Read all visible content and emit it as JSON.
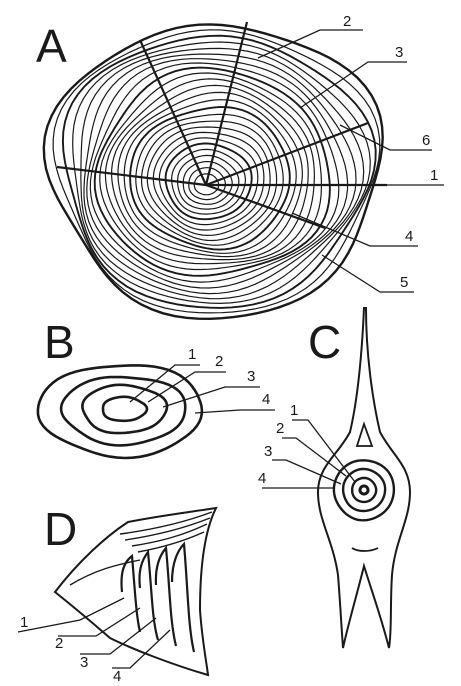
{
  "panels": {
    "A": {
      "letter": "A",
      "labels": [
        "2",
        "3",
        "6",
        "1",
        "4",
        "5"
      ]
    },
    "B": {
      "letter": "B",
      "labels": [
        "1",
        "2",
        "3",
        "4"
      ]
    },
    "C": {
      "letter": "C",
      "labels": [
        "1",
        "2",
        "3",
        "4"
      ]
    },
    "D": {
      "letter": "D",
      "labels": [
        "1",
        "2",
        "3",
        "4"
      ]
    }
  },
  "colors": {
    "ink": "#1a1a1a",
    "paper": "#ffffff"
  }
}
